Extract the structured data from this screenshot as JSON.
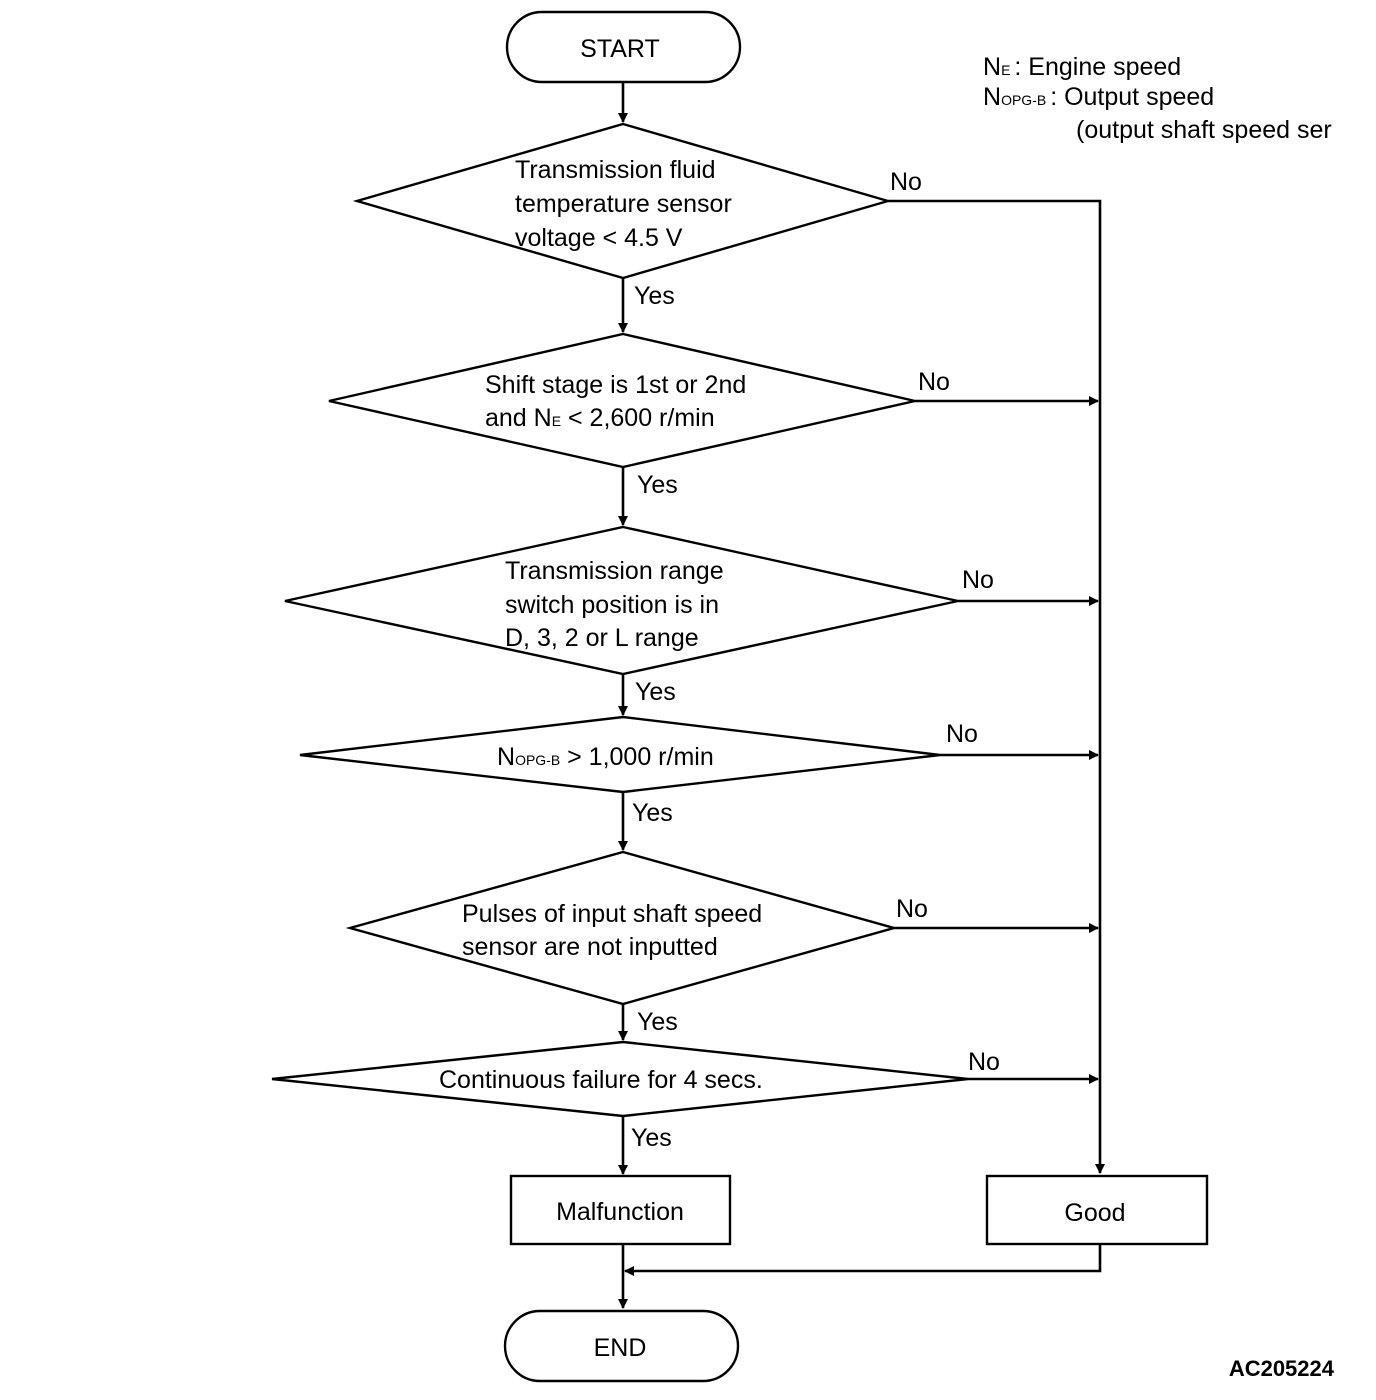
{
  "legend": {
    "ne_symbol": "N",
    "ne_sub": "E",
    "ne_desc": ": Engine speed",
    "nopg_symbol": "N",
    "nopg_sub": "OPG-B",
    "nopg_desc": ": Output speed",
    "nopg_note": "(output shaft speed ser"
  },
  "start": "START",
  "end": "END",
  "decisions": {
    "d1": {
      "lines": [
        "Transmission fluid",
        "temperature sensor",
        "voltage < 4.5 V"
      ]
    },
    "d2": {
      "line1": "Shift stage is 1st or 2nd",
      "line2_pre": "and N",
      "line2_sub": "E",
      "line2_post": " < 2,600 r/min"
    },
    "d3": {
      "lines": [
        "Transmission range",
        "switch position is in",
        "D, 3, 2 or L range"
      ]
    },
    "d4": {
      "pre": "N",
      "sub": "OPG-B",
      "post": " > 1,000 r/min"
    },
    "d5": {
      "lines": [
        "Pulses of input shaft speed",
        "sensor are not inputted"
      ]
    },
    "d6": {
      "text": "Continuous failure for 4 secs."
    }
  },
  "labels": {
    "yes": "Yes",
    "no": "No"
  },
  "results": {
    "malfunction": "Malfunction",
    "good": "Good"
  },
  "figure_code": "AC205224"
}
